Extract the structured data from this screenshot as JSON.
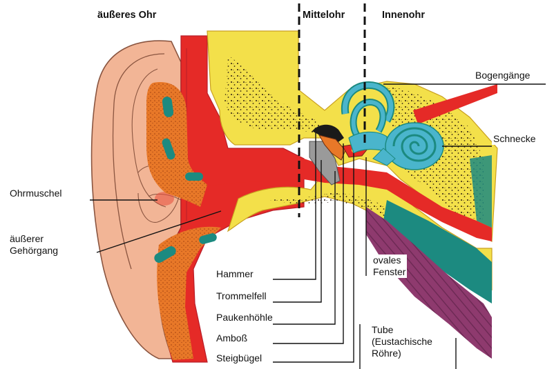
{
  "headers": {
    "outer": "äußeres Ohr",
    "middle": "Mittelohr",
    "inner": "Innenohr"
  },
  "labels": {
    "auricle": "Ohrmuschel",
    "ear_canal": "äußerer\nGehörgang",
    "hammer": "Hammer",
    "eardrum": "Trommelfell",
    "tympanic_cavity": "Paukenhöhle",
    "anvil": "Amboß",
    "stirrup": "Steigbügel",
    "oval_window": "ovales\nFenster",
    "tube": "Tube\n(Eustachische\nRöhre)",
    "semicircular_canals": "Bogengänge",
    "cochlea": "Schnecke"
  },
  "colors": {
    "skin": "#f2b596",
    "skin_dark": "#e5987a",
    "cartilage": "#e87828",
    "red": "#e52a27",
    "dark_red": "#b81d28",
    "bone": "#f3e04a",
    "bone_edge": "#c9a020",
    "teal": "#1c8a80",
    "light_blue": "#4ab5cc",
    "purple": "#8e3a6e",
    "grey": "#8a8a8a",
    "line": "#111111"
  }
}
